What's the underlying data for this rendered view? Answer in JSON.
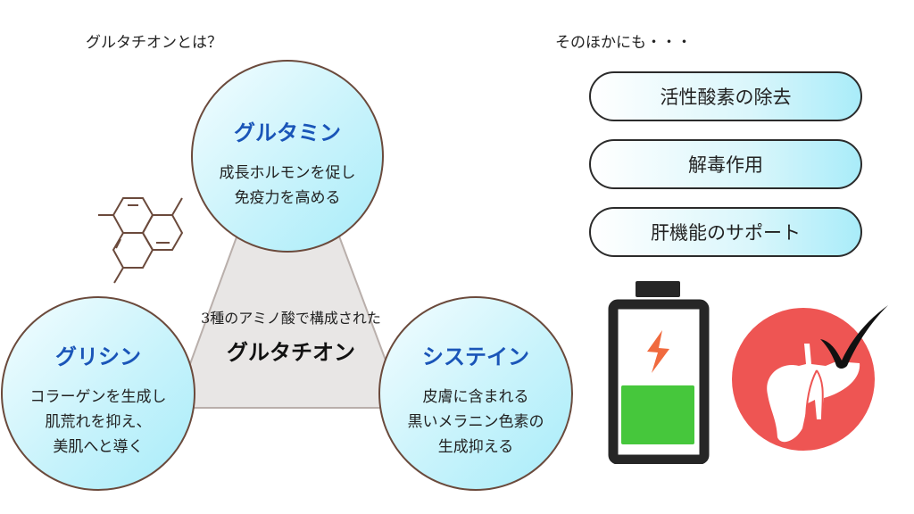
{
  "left_heading": "グルタチオンとは？",
  "right_heading": "そのほかにも・・・",
  "center": {
    "subtitle": "3種のアミノ酸で構成された",
    "title": "グルタチオン"
  },
  "amino_acids": [
    {
      "name": "グルタミン",
      "lines": [
        "成長ホルモンを促し",
        "免疫力を高める"
      ]
    },
    {
      "name": "グリシン",
      "lines": [
        "コラーゲンを生成し",
        "肌荒れを抑え、",
        "美肌へと導く"
      ]
    },
    {
      "name": "システイン",
      "lines": [
        "皮膚に含まれる",
        "黒いメラニン色素の",
        "生成抑える"
      ]
    }
  ],
  "benefits": [
    "活性酸素の除去",
    "解毒作用",
    "肝機能のサポート"
  ],
  "icons": {
    "molecule": "molecule-icon",
    "battery": "battery-charging-icon",
    "liver": "liver-check-icon"
  },
  "colors": {
    "accent_blue": "#1a55b8",
    "battery_green": "#46c73c",
    "bolt_orange": "#f06a3e",
    "liver_red": "#ee5553"
  },
  "battery_level": 0.45
}
